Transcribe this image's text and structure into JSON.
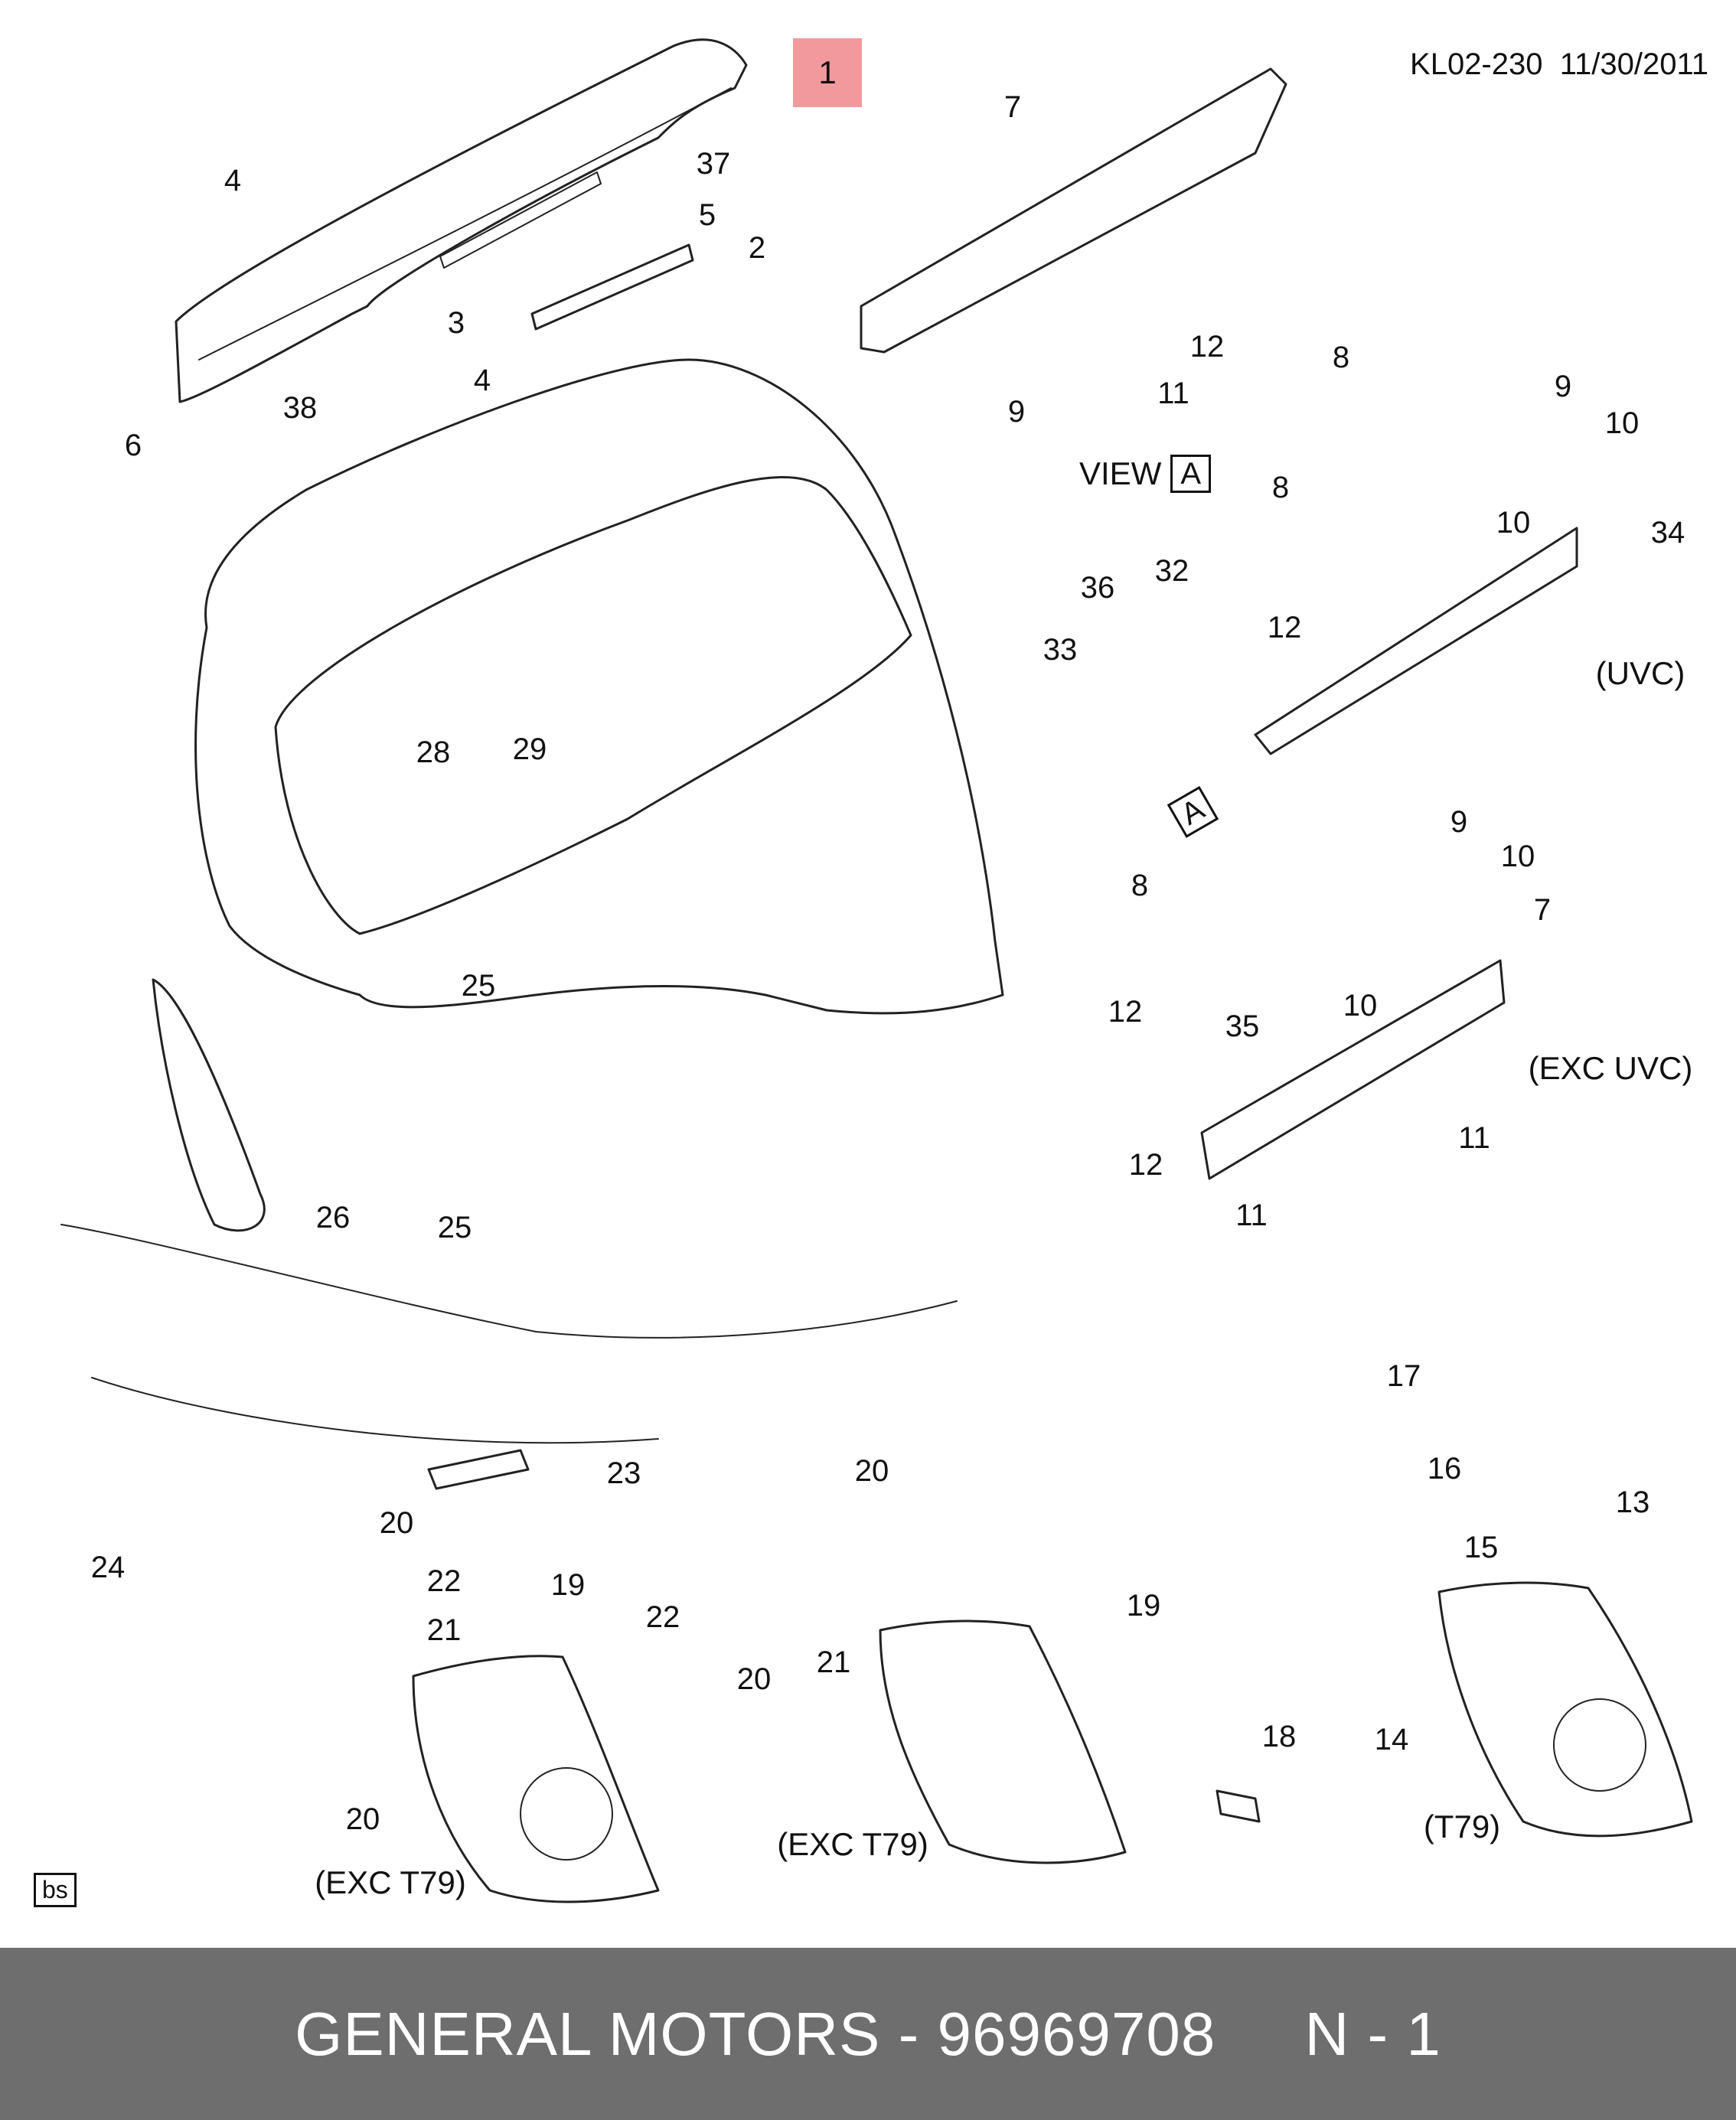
{
  "header": {
    "drawing_id": "KL02-230",
    "date": "11/30/2011"
  },
  "highlighted_part": "1",
  "view_label": {
    "text": "VIEW",
    "box": "A"
  },
  "view_marker": "A",
  "notes": {
    "uvc": "(UVC)",
    "exc_uvc": "(EXC UVC)",
    "exc_t79_left": "(EXC T79)",
    "exc_t79_center": "(EXC T79)",
    "t79": "(T79)"
  },
  "callouts": [
    "4",
    "37",
    "5",
    "2",
    "3",
    "4",
    "38",
    "6",
    "28",
    "29",
    "7",
    "12",
    "8",
    "9",
    "11",
    "9",
    "10",
    "8",
    "10",
    "34",
    "36",
    "32",
    "33",
    "12",
    "9",
    "10",
    "8",
    "10",
    "7",
    "12",
    "35",
    "11",
    "12",
    "11",
    "25",
    "25",
    "26",
    "24",
    "23",
    "20",
    "22",
    "21",
    "20",
    "19",
    "20",
    "22",
    "20",
    "21",
    "19",
    "17",
    "16",
    "15",
    "14",
    "13",
    "18"
  ],
  "corner_tag": "bs",
  "footer": {
    "brand": "GENERAL MOTORS",
    "separator": "-",
    "part_number": "96969708",
    "page": "N - 1"
  }
}
